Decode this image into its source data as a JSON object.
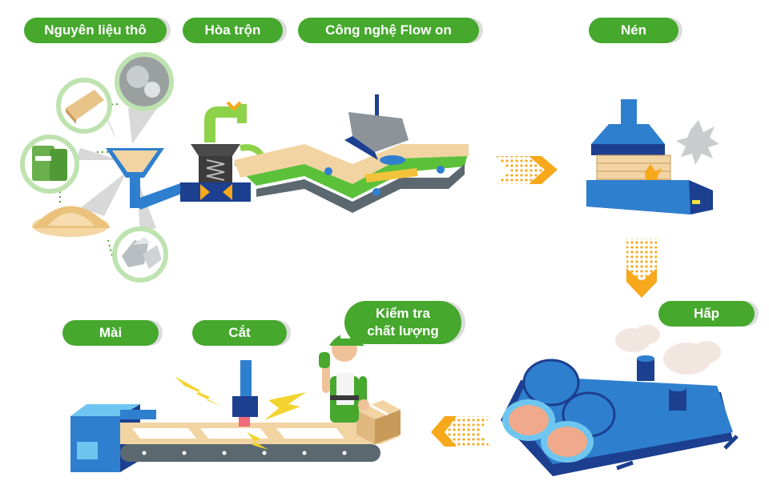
{
  "steps": {
    "raw_materials": "Nguyên liệu thô",
    "mixing": "Hòa trộn",
    "flow_on": "Công nghệ Flow on",
    "pressing": "Nén",
    "steaming": "Hấp",
    "quality_check": "Kiểm tra\nchất lượng",
    "cutting": "Cắt",
    "grinding": "Mài"
  },
  "colors": {
    "label_green": "#46a82d",
    "arrow_orange": "#f7a81b",
    "machine_blue": "#2f7fcf",
    "machine_dark_blue": "#1c3f8f",
    "conveyor_green": "#5cc13a",
    "board_tan": "#f2d4a3"
  },
  "icons": [
    "wood-chip-icon",
    "cement-bag-icon",
    "sand-pile-icon",
    "stone-icon",
    "fiber-icon",
    "lightning-icon",
    "steam-cloud-icon",
    "worker-icon",
    "box-icon"
  ]
}
